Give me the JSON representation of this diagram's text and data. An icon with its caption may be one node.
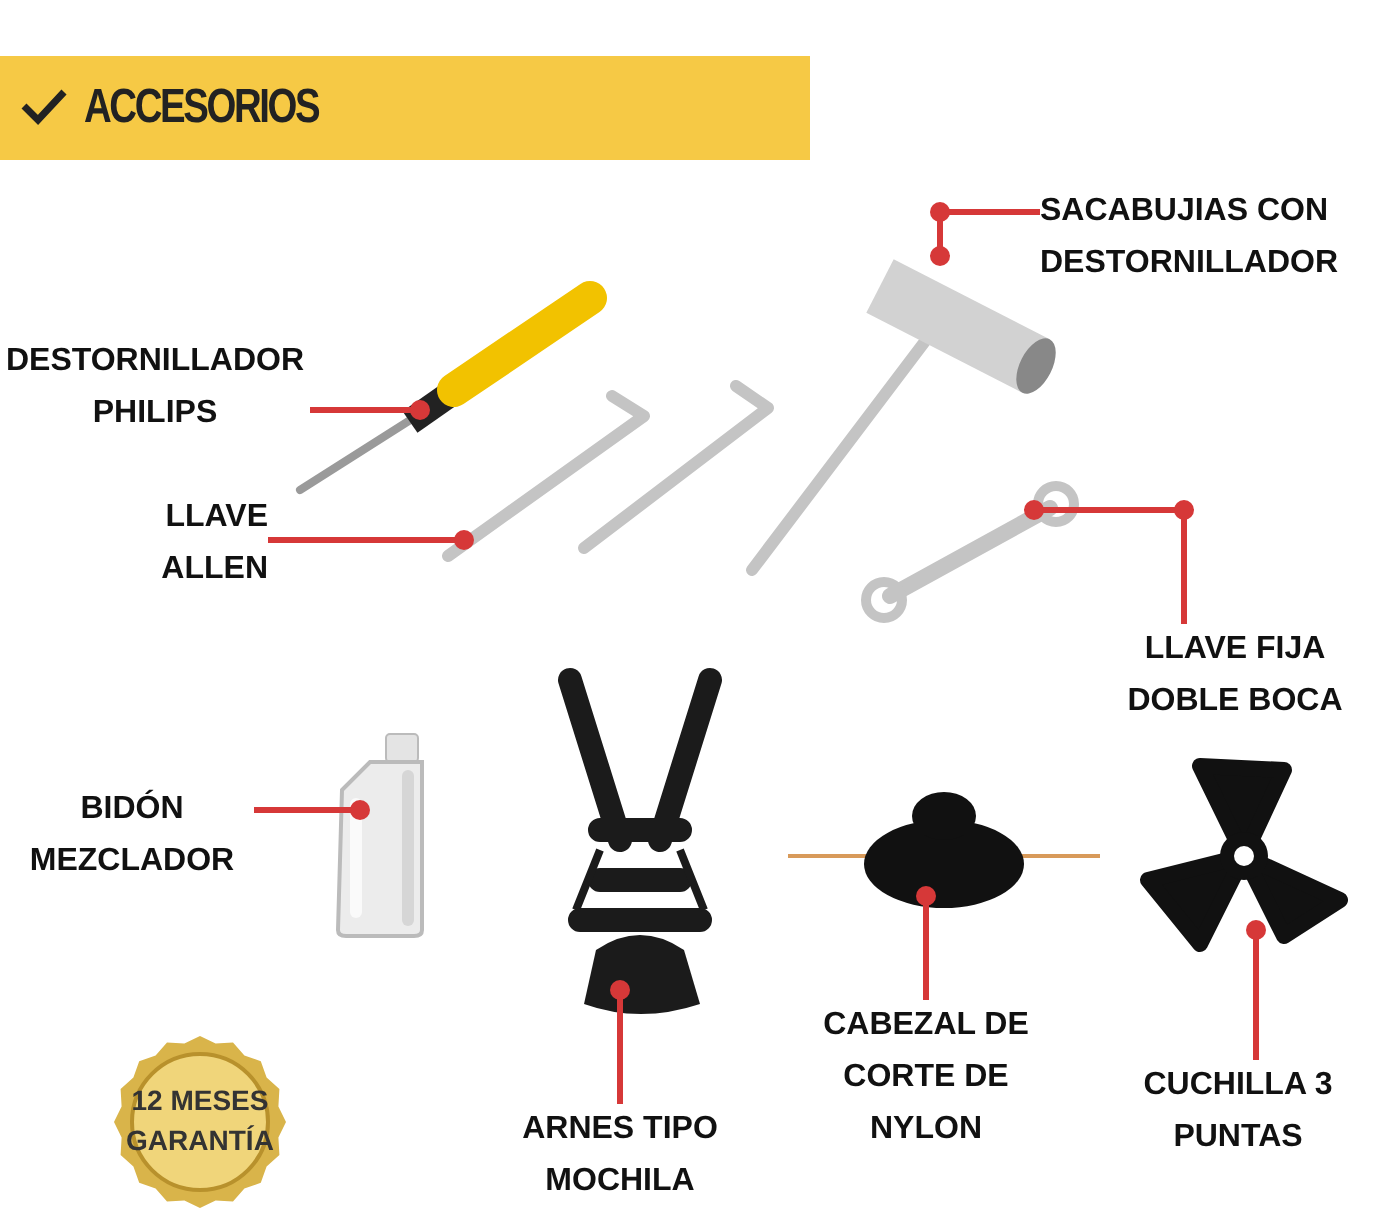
{
  "diagram": {
    "title": "ACCESORIOS",
    "nodes": [
      {
        "text": [
          "DESTORNILLADOR PHILIPS"
        ]
      },
      {
        "text": [],
        "shape": "picture"
      },
      {
        "text": [
          "LLAVE ALLEN"
        ]
      },
      {
        "text": [],
        "shape": "picture"
      },
      {
        "text": [
          "SACABUJIAS CON DESTORNILLADOR"
        ]
      },
      {
        "text": [],
        "shape": "picture"
      },
      {
        "text": [
          "LLAVE FIJA DOBLE BOCA"
        ]
      },
      {
        "text": [],
        "shape": "picture"
      },
      {
        "text": [
          "BIDÓN MEZCLADOR"
        ]
      },
      {
        "text": [],
        "shape": "picture"
      },
      {
        "text": [
          "ARNES TIPO MOCHILA"
        ]
      },
      {
        "text": [],
        "shape": "picture"
      },
      {
        "text": [
          "CABEZAL DE CORTE DE NYLON"
        ]
      },
      {
        "text": [],
        "shape": "picture"
      },
      {
        "text": [
          "CUCHILLA 3 PUNTAS"
        ]
      },
      {
        "text": [],
        "shape": "picture"
      },
      {
        "text": [
          "12 MESES GARANTÍA"
        ]
      }
    ],
    "edges": [
      {
        "from": 0,
        "to": 1,
        "arrow": "other"
      },
      {
        "from": 2,
        "to": 3,
        "arrow": "other"
      },
      {
        "from": 4,
        "to": 5,
        "arrow": "other"
      },
      {
        "from": 6,
        "to": 7,
        "arrow": "other"
      },
      {
        "from": 8,
        "to": 9,
        "arrow": "other"
      },
      {
        "from": 10,
        "to": 11,
        "arrow": "other"
      },
      {
        "from": 12,
        "to": 13,
        "arrow": "other"
      },
      {
        "from": 14,
        "to": 15,
        "arrow": "other"
      }
    ]
  }
}
